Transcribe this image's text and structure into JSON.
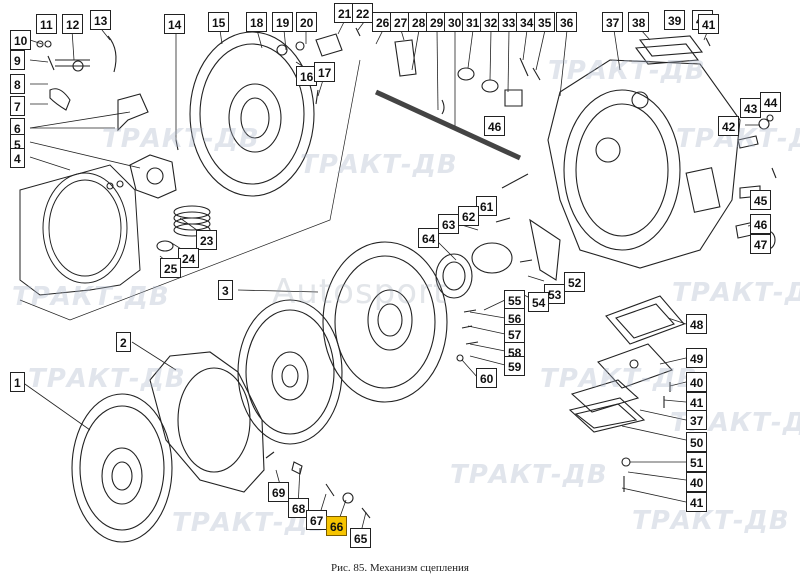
{
  "caption": "Рис. 85. Механизм сцепления",
  "watermark_text": "ТРАКТ-ДВ",
  "watermark_center_text": "Autosport",
  "highlight_color": "#f6c400",
  "callouts": [
    {
      "id": "10",
      "label": "10"
    },
    {
      "id": "11",
      "label": "11"
    },
    {
      "id": "12",
      "label": "12"
    },
    {
      "id": "13",
      "label": "13"
    },
    {
      "id": "14",
      "label": "14"
    },
    {
      "id": "15",
      "label": "15"
    },
    {
      "id": "18",
      "label": "18"
    },
    {
      "id": "19",
      "label": "19"
    },
    {
      "id": "20",
      "label": "20"
    },
    {
      "id": "21",
      "label": "21"
    },
    {
      "id": "22",
      "label": "22"
    },
    {
      "id": "26",
      "label": "26"
    },
    {
      "id": "27",
      "label": "27"
    },
    {
      "id": "28",
      "label": "28"
    },
    {
      "id": "29",
      "label": "29"
    },
    {
      "id": "30",
      "label": "30"
    },
    {
      "id": "31",
      "label": "31"
    },
    {
      "id": "32",
      "label": "32"
    },
    {
      "id": "33",
      "label": "33"
    },
    {
      "id": "34",
      "label": "34"
    },
    {
      "id": "35",
      "label": "35"
    },
    {
      "id": "36",
      "label": "36"
    },
    {
      "id": "37a",
      "label": "37"
    },
    {
      "id": "38",
      "label": "38"
    },
    {
      "id": "39",
      "label": "39"
    },
    {
      "id": "40a",
      "label": "40"
    },
    {
      "id": "41a",
      "label": "41"
    },
    {
      "id": "9",
      "label": "9"
    },
    {
      "id": "8",
      "label": "8"
    },
    {
      "id": "7",
      "label": "7"
    },
    {
      "id": "6",
      "label": "6"
    },
    {
      "id": "5",
      "label": "5"
    },
    {
      "id": "4",
      "label": "4"
    },
    {
      "id": "16",
      "label": "16"
    },
    {
      "id": "17",
      "label": "17"
    },
    {
      "id": "43",
      "label": "43"
    },
    {
      "id": "44",
      "label": "44"
    },
    {
      "id": "42",
      "label": "42"
    },
    {
      "id": "46a",
      "label": "46"
    },
    {
      "id": "45",
      "label": "45"
    },
    {
      "id": "46b",
      "label": "46"
    },
    {
      "id": "47",
      "label": "47"
    },
    {
      "id": "61",
      "label": "61"
    },
    {
      "id": "62",
      "label": "62"
    },
    {
      "id": "63",
      "label": "63"
    },
    {
      "id": "64",
      "label": "64"
    },
    {
      "id": "23",
      "label": "23"
    },
    {
      "id": "24",
      "label": "24"
    },
    {
      "id": "25",
      "label": "25"
    },
    {
      "id": "3",
      "label": "3"
    },
    {
      "id": "52",
      "label": "52"
    },
    {
      "id": "53",
      "label": "53"
    },
    {
      "id": "54",
      "label": "54"
    },
    {
      "id": "55",
      "label": "55"
    },
    {
      "id": "56",
      "label": "56"
    },
    {
      "id": "57",
      "label": "57"
    },
    {
      "id": "58",
      "label": "58"
    },
    {
      "id": "59",
      "label": "59"
    },
    {
      "id": "60",
      "label": "60"
    },
    {
      "id": "48",
      "label": "48"
    },
    {
      "id": "2",
      "label": "2"
    },
    {
      "id": "49",
      "label": "49"
    },
    {
      "id": "40b",
      "label": "40"
    },
    {
      "id": "41b",
      "label": "41"
    },
    {
      "id": "37b",
      "label": "37"
    },
    {
      "id": "50",
      "label": "50"
    },
    {
      "id": "51",
      "label": "51"
    },
    {
      "id": "40c",
      "label": "40"
    },
    {
      "id": "41c",
      "label": "41"
    },
    {
      "id": "1",
      "label": "1"
    },
    {
      "id": "69",
      "label": "69"
    },
    {
      "id": "68",
      "label": "68"
    },
    {
      "id": "67",
      "label": "67"
    },
    {
      "id": "66",
      "label": "66",
      "highlight": true
    },
    {
      "id": "65",
      "label": "65"
    }
  ]
}
